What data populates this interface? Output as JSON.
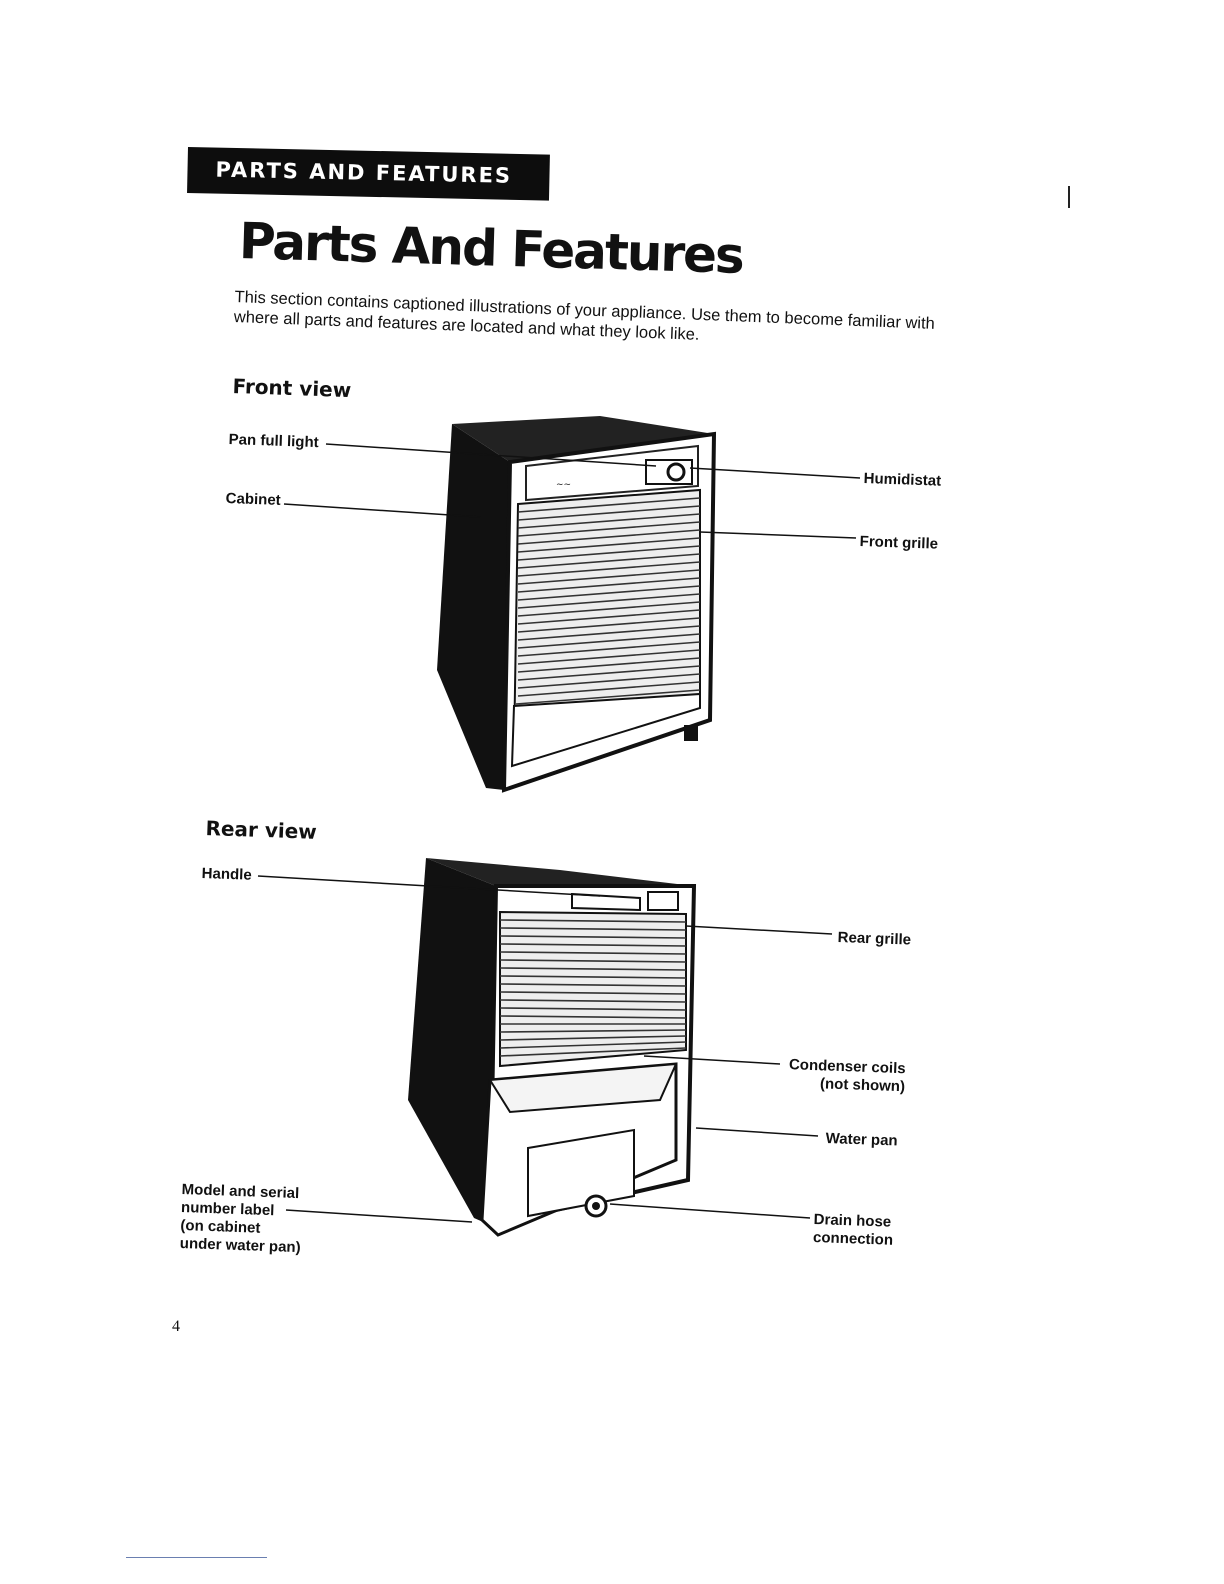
{
  "section_banner": "PARTS AND FEATURES",
  "title": "Parts And Features",
  "intro": "This section contains captioned illustrations of your appliance. Use them to become familiar with where all parts and features are located and what they look like.",
  "front_view": {
    "heading": "Front view",
    "callouts": {
      "pan_full_light": "Pan full light",
      "cabinet": "Cabinet",
      "humidistat": "Humidistat",
      "front_grille": "Front grille"
    }
  },
  "rear_view": {
    "heading": "Rear view",
    "callouts": {
      "handle": "Handle",
      "rear_grille": "Rear grille",
      "condenser_coils": "Condenser coils\n(not shown)",
      "water_pan": "Water pan",
      "model_serial_label": "Model and serial\nnumber label\n(on cabinet\nunder water pan)",
      "drain_hose": "Drain hose\nconnection"
    }
  },
  "page_number": "4"
}
